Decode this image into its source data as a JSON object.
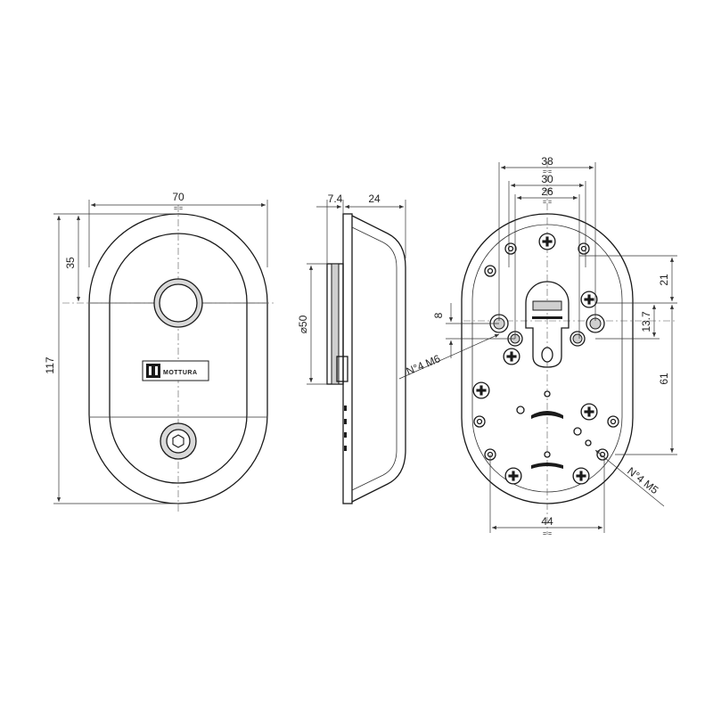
{
  "front": {
    "width": "70",
    "height": "117",
    "hole_offset": "35",
    "logo_text": "MOTTURA"
  },
  "side": {
    "base": "7.4",
    "depth": "24",
    "diameter": "50"
  },
  "back": {
    "w38": "38",
    "w30": "30",
    "w26": "26",
    "d8": "8",
    "d21": "21",
    "d13_7": "13.7",
    "d61": "61",
    "w44": "44",
    "m6": "N°4  M6",
    "m5": "N°4  M5"
  }
}
